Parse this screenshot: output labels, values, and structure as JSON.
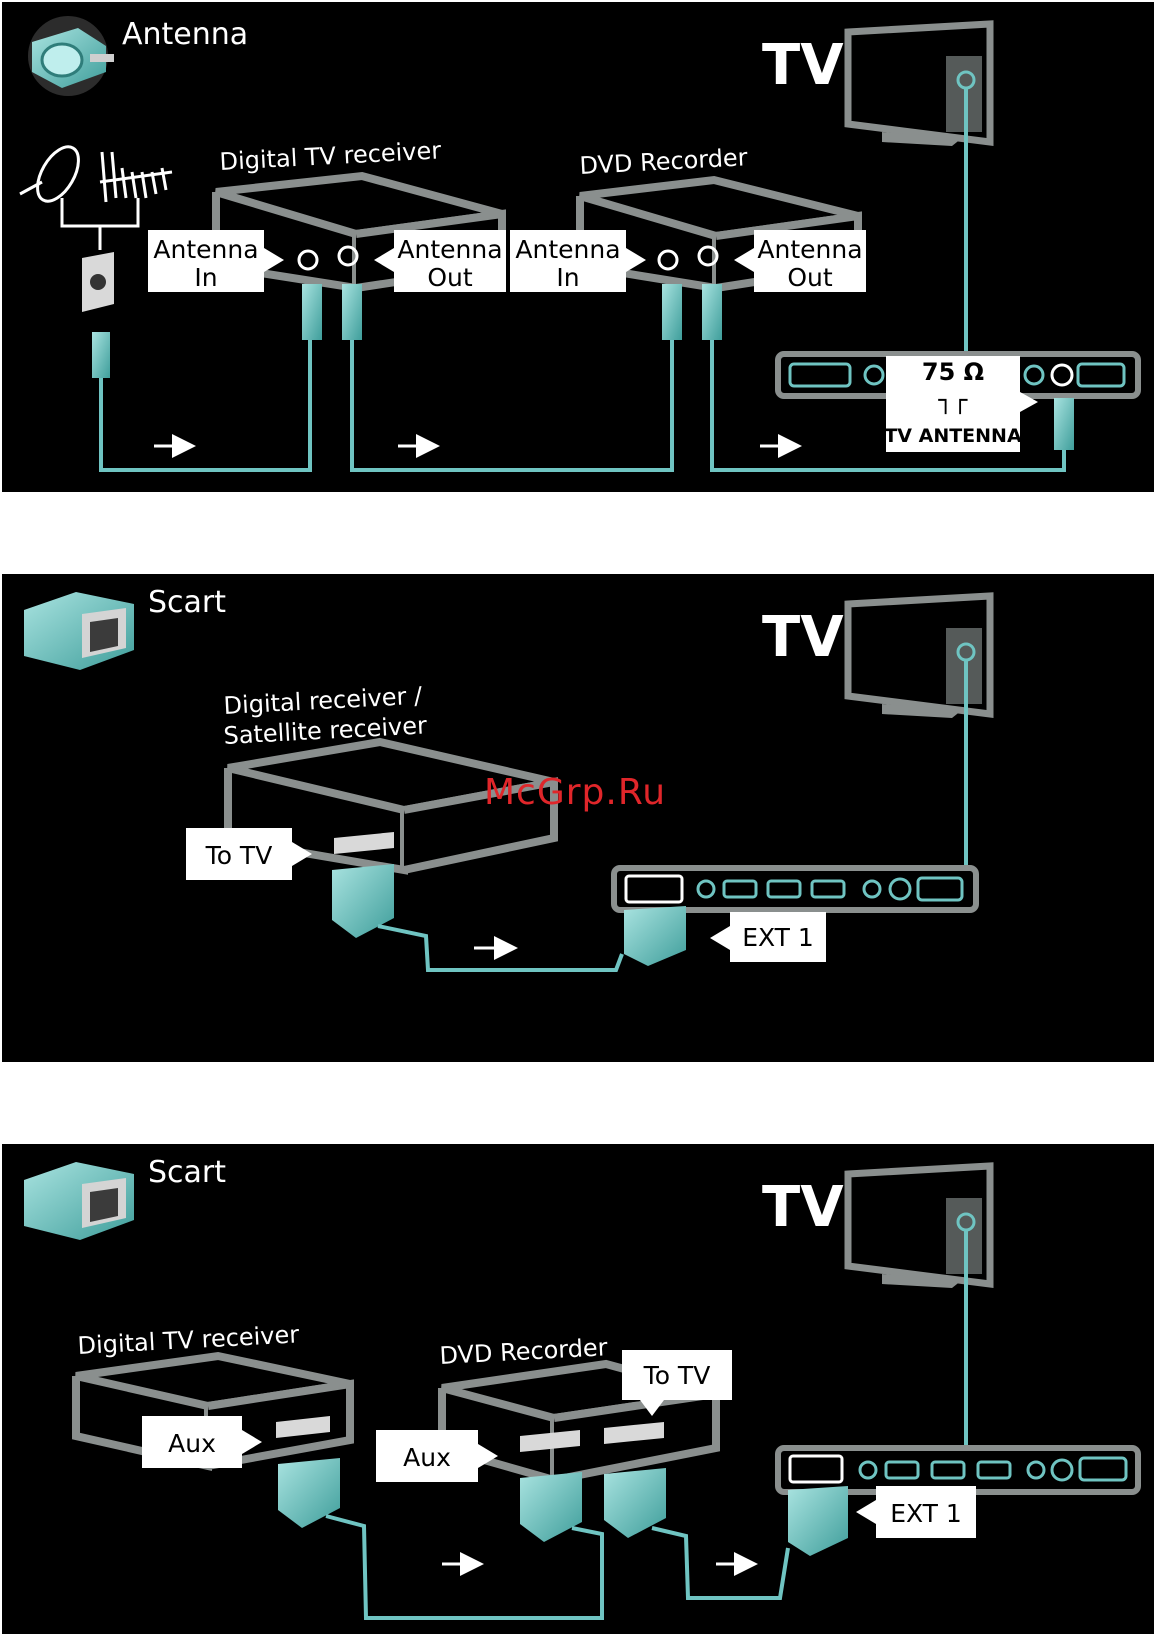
{
  "panels": [
    {
      "connector_icon": "antenna-plug-icon",
      "title": "Antenna",
      "tv_label": "TV",
      "devices": [
        {
          "name": "Digital TV receiver",
          "port_in": [
            "Antenna",
            "In"
          ],
          "port_out": [
            "Antenna",
            "Out"
          ]
        },
        {
          "name": "DVD Recorder",
          "port_in": [
            "Antenna",
            "In"
          ],
          "port_out": [
            "Antenna",
            "Out"
          ]
        }
      ],
      "tv_port": {
        "ohm": "75 Ω",
        "symbol": "┐┌",
        "name": "TV ANTENNA"
      }
    },
    {
      "connector_icon": "scart-plug-icon",
      "title": "Scart",
      "tv_label": "TV",
      "devices": [
        {
          "name_lines": [
            "Digital receiver /",
            "Satellite receiver"
          ],
          "port": "To TV"
        }
      ],
      "tv_port": "EXT 1"
    },
    {
      "connector_icon": "scart-plug-icon",
      "title": "Scart",
      "tv_label": "TV",
      "devices": [
        {
          "name": "Digital TV receiver",
          "port": "Aux"
        },
        {
          "name": "DVD Recorder",
          "port_in": "Aux",
          "port_out": "To TV"
        }
      ],
      "tv_port": "EXT 1"
    }
  ],
  "watermark": "McGrp.Ru",
  "colors": {
    "background": "#000000",
    "device_outline": "#8a8f8e",
    "cable": "#6fc4c2",
    "label_bg": "#ffffff",
    "watermark": "#e0262a"
  }
}
